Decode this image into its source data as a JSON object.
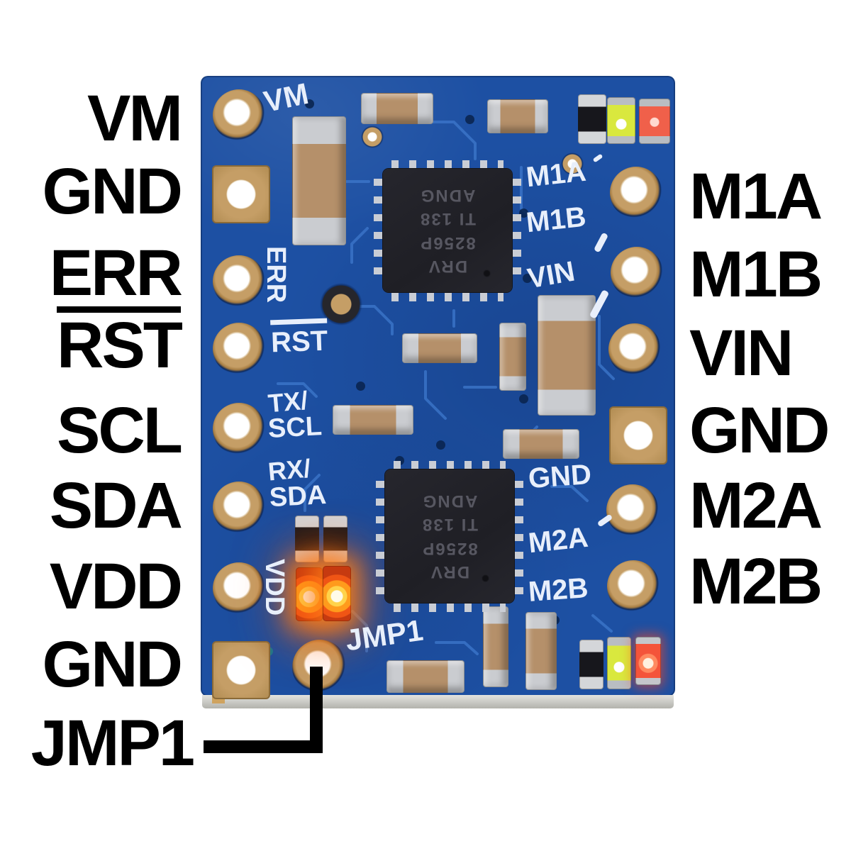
{
  "figure": {
    "description": "Blue motor driver PCB pinout photo with annotated pin labels",
    "colors": {
      "background": "#ffffff",
      "board_blue": "#1d50a3",
      "trace_blue": "#3e78cc",
      "pad_gold": "#c59e66",
      "silkscreen_white": "#e8effb",
      "ic_black": "#24242b",
      "capacitor_tan": "#b5906a",
      "solder_silver": "#caccd0",
      "led_yellow_green": "#d9e83e",
      "led_red": "#f0604a",
      "led_lit_orange": "#ff9b1c",
      "label_black": "#000000"
    }
  },
  "pin_labels": {
    "left": [
      {
        "label": "VM",
        "overline": false
      },
      {
        "label": "GND",
        "overline": false
      },
      {
        "label": "ERR",
        "overline": false
      },
      {
        "label": "RST",
        "overline": true
      },
      {
        "label": "SCL",
        "overline": false
      },
      {
        "label": "SDA",
        "overline": false
      },
      {
        "label": "VDD",
        "overline": false
      },
      {
        "label": "GND",
        "overline": false
      },
      {
        "label": "JMP1",
        "overline": false
      }
    ],
    "right": [
      {
        "label": "M1A"
      },
      {
        "label": "M1B"
      },
      {
        "label": "VIN"
      },
      {
        "label": "GND"
      },
      {
        "label": "M2A"
      },
      {
        "label": "M2B"
      }
    ]
  },
  "silkscreen": {
    "vm": "VM",
    "m1a": "M1A",
    "m1b": "M1B",
    "vin": "VIN",
    "err": "ERR",
    "rst": "RST",
    "tx": "TX/",
    "scl": "SCL",
    "rx": "RX/",
    "sda": "SDA",
    "vdd": "VDD",
    "gnd": "GND",
    "m2a": "M2A",
    "m2b": "M2B",
    "jmp1": "JMP1"
  },
  "ic_marking": [
    "DRV",
    "8256P",
    "TI 138",
    "ADNG"
  ]
}
